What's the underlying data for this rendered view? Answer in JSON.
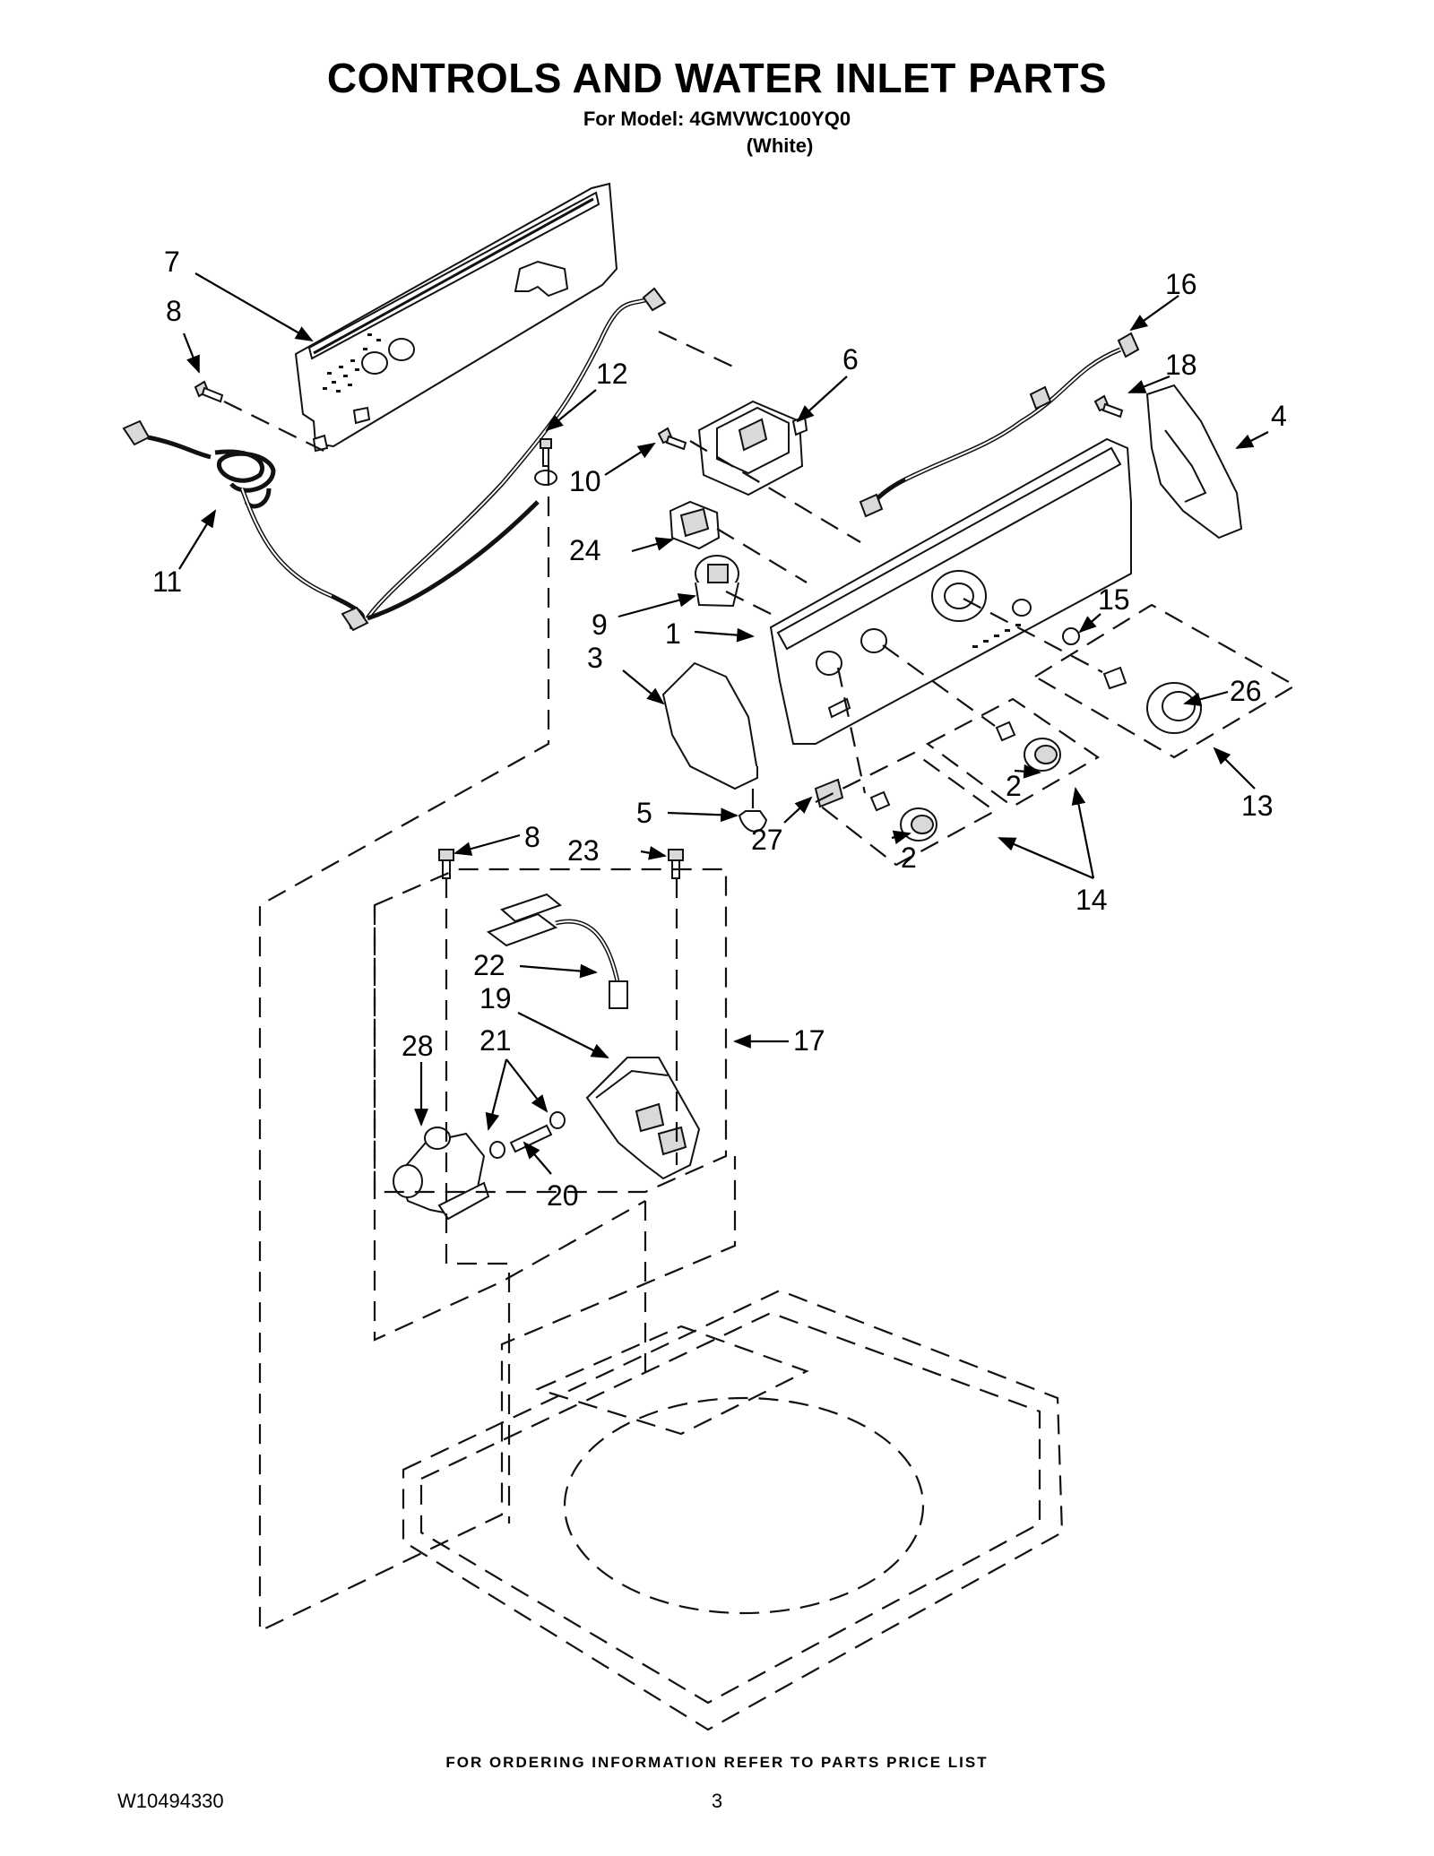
{
  "header": {
    "title": "CONTROLS AND WATER INLET PARTS",
    "model_line": "For Model: 4GMVWC100YQ0",
    "color_line": "(White)"
  },
  "callouts": {
    "c1": "1",
    "c2a": "2",
    "c2b": "2",
    "c3": "3",
    "c4": "4",
    "c5": "5",
    "c6": "6",
    "c7": "7",
    "c8a": "8",
    "c8b": "8",
    "c9": "9",
    "c10": "10",
    "c11": "11",
    "c12": "12",
    "c13": "13",
    "c14": "14",
    "c15": "15",
    "c16": "16",
    "c17": "17",
    "c18": "18",
    "c19": "19",
    "c20": "20",
    "c21": "21",
    "c22": "22",
    "c23": "23",
    "c24": "24",
    "c26": "26",
    "c27": "27",
    "c28": "28"
  },
  "footer": {
    "ordering_note": "FOR ORDERING INFORMATION REFER TO PARTS PRICE LIST",
    "doc_number": "W10494330",
    "page_number": "3"
  }
}
